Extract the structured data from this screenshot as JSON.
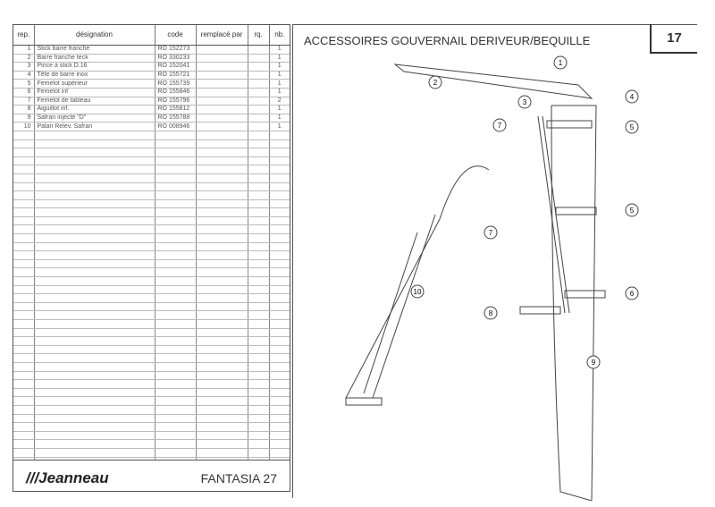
{
  "table": {
    "headers": {
      "rep": "rep.",
      "designation": "désignation",
      "code": "code",
      "remplace": "remplacé par",
      "rq": "rq.",
      "nb": "nb."
    },
    "rows": [
      {
        "rep": "1",
        "designation": "Stick barre franche",
        "code": "RO 152273",
        "nb": "1"
      },
      {
        "rep": "2",
        "designation": "Barre franche teck",
        "code": "RO 330233",
        "nb": "1"
      },
      {
        "rep": "3",
        "designation": "Pince à stick D.16",
        "code": "RO 152041",
        "nb": "1"
      },
      {
        "rep": "4",
        "designation": "Tête de barre inox",
        "code": "RO 155721",
        "nb": "1"
      },
      {
        "rep": "5",
        "designation": "Femelot supérieur",
        "code": "RO 155739",
        "nb": "1"
      },
      {
        "rep": "6",
        "designation": "Femelot inf",
        "code": "RO 155846",
        "nb": "1"
      },
      {
        "rep": "7",
        "designation": "Femelot de tableau",
        "code": "RO 155796",
        "nb": "2"
      },
      {
        "rep": "8",
        "designation": "Aiguillot inf.",
        "code": "RO 155812",
        "nb": "1"
      },
      {
        "rep": "9",
        "designation": "Safran injecté \"D\"",
        "code": "RO 155788",
        "nb": "1"
      },
      {
        "rep": "10",
        "designation": "Palan     Relev. Safran",
        "code": "RO 008946",
        "nb": "1"
      }
    ]
  },
  "footer": {
    "brand": "Jeanneau",
    "model": "FANTASIA 27"
  },
  "page": {
    "title": "ACCESSOIRES GOUVERNAIL DERIVEUR/BEQUILLE",
    "number": "17"
  },
  "callouts": [
    "1",
    "2",
    "3",
    "4",
    "5",
    "7",
    "7",
    "5",
    "6",
    "8",
    "9",
    "10"
  ]
}
